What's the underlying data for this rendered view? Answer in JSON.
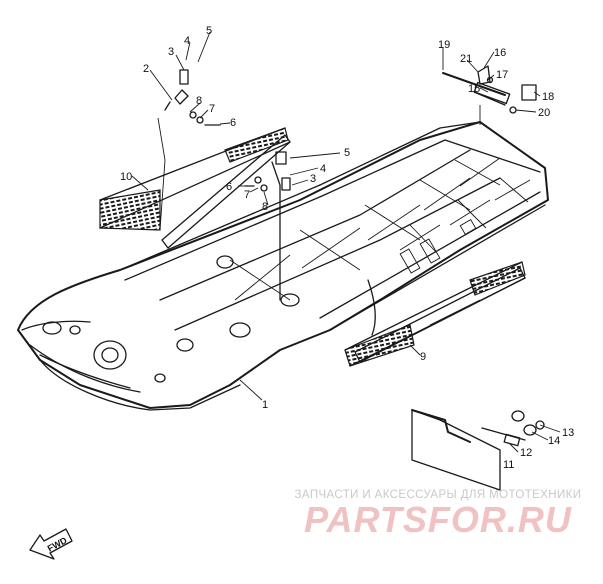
{
  "callouts": {
    "c1": "1",
    "c2": "2",
    "c3a": "3",
    "c4a": "4",
    "c5a": "5",
    "c6a": "6",
    "c7a": "7",
    "c8a": "8",
    "c5b": "5",
    "c4b": "4",
    "c3b": "3",
    "c6b": "6",
    "c7b": "7",
    "c8b": "8",
    "c9": "9",
    "c10": "10",
    "c11": "11",
    "c12": "12",
    "c13": "13",
    "c14": "14",
    "c15": "15",
    "c16": "16",
    "c17": "17",
    "c18": "18",
    "c19": "19",
    "c20": "20",
    "c21": "21"
  },
  "fwd_label": "FWD",
  "watermark": {
    "tagline": "ЗАПЧАСТИ И АКСЕССУАРЫ ДЛЯ МОТОТЕХНИКИ",
    "brand": "PARTSFOR.RU",
    "tagline_color": "#c9c9c9",
    "brand_color": "#f0c2c2"
  }
}
